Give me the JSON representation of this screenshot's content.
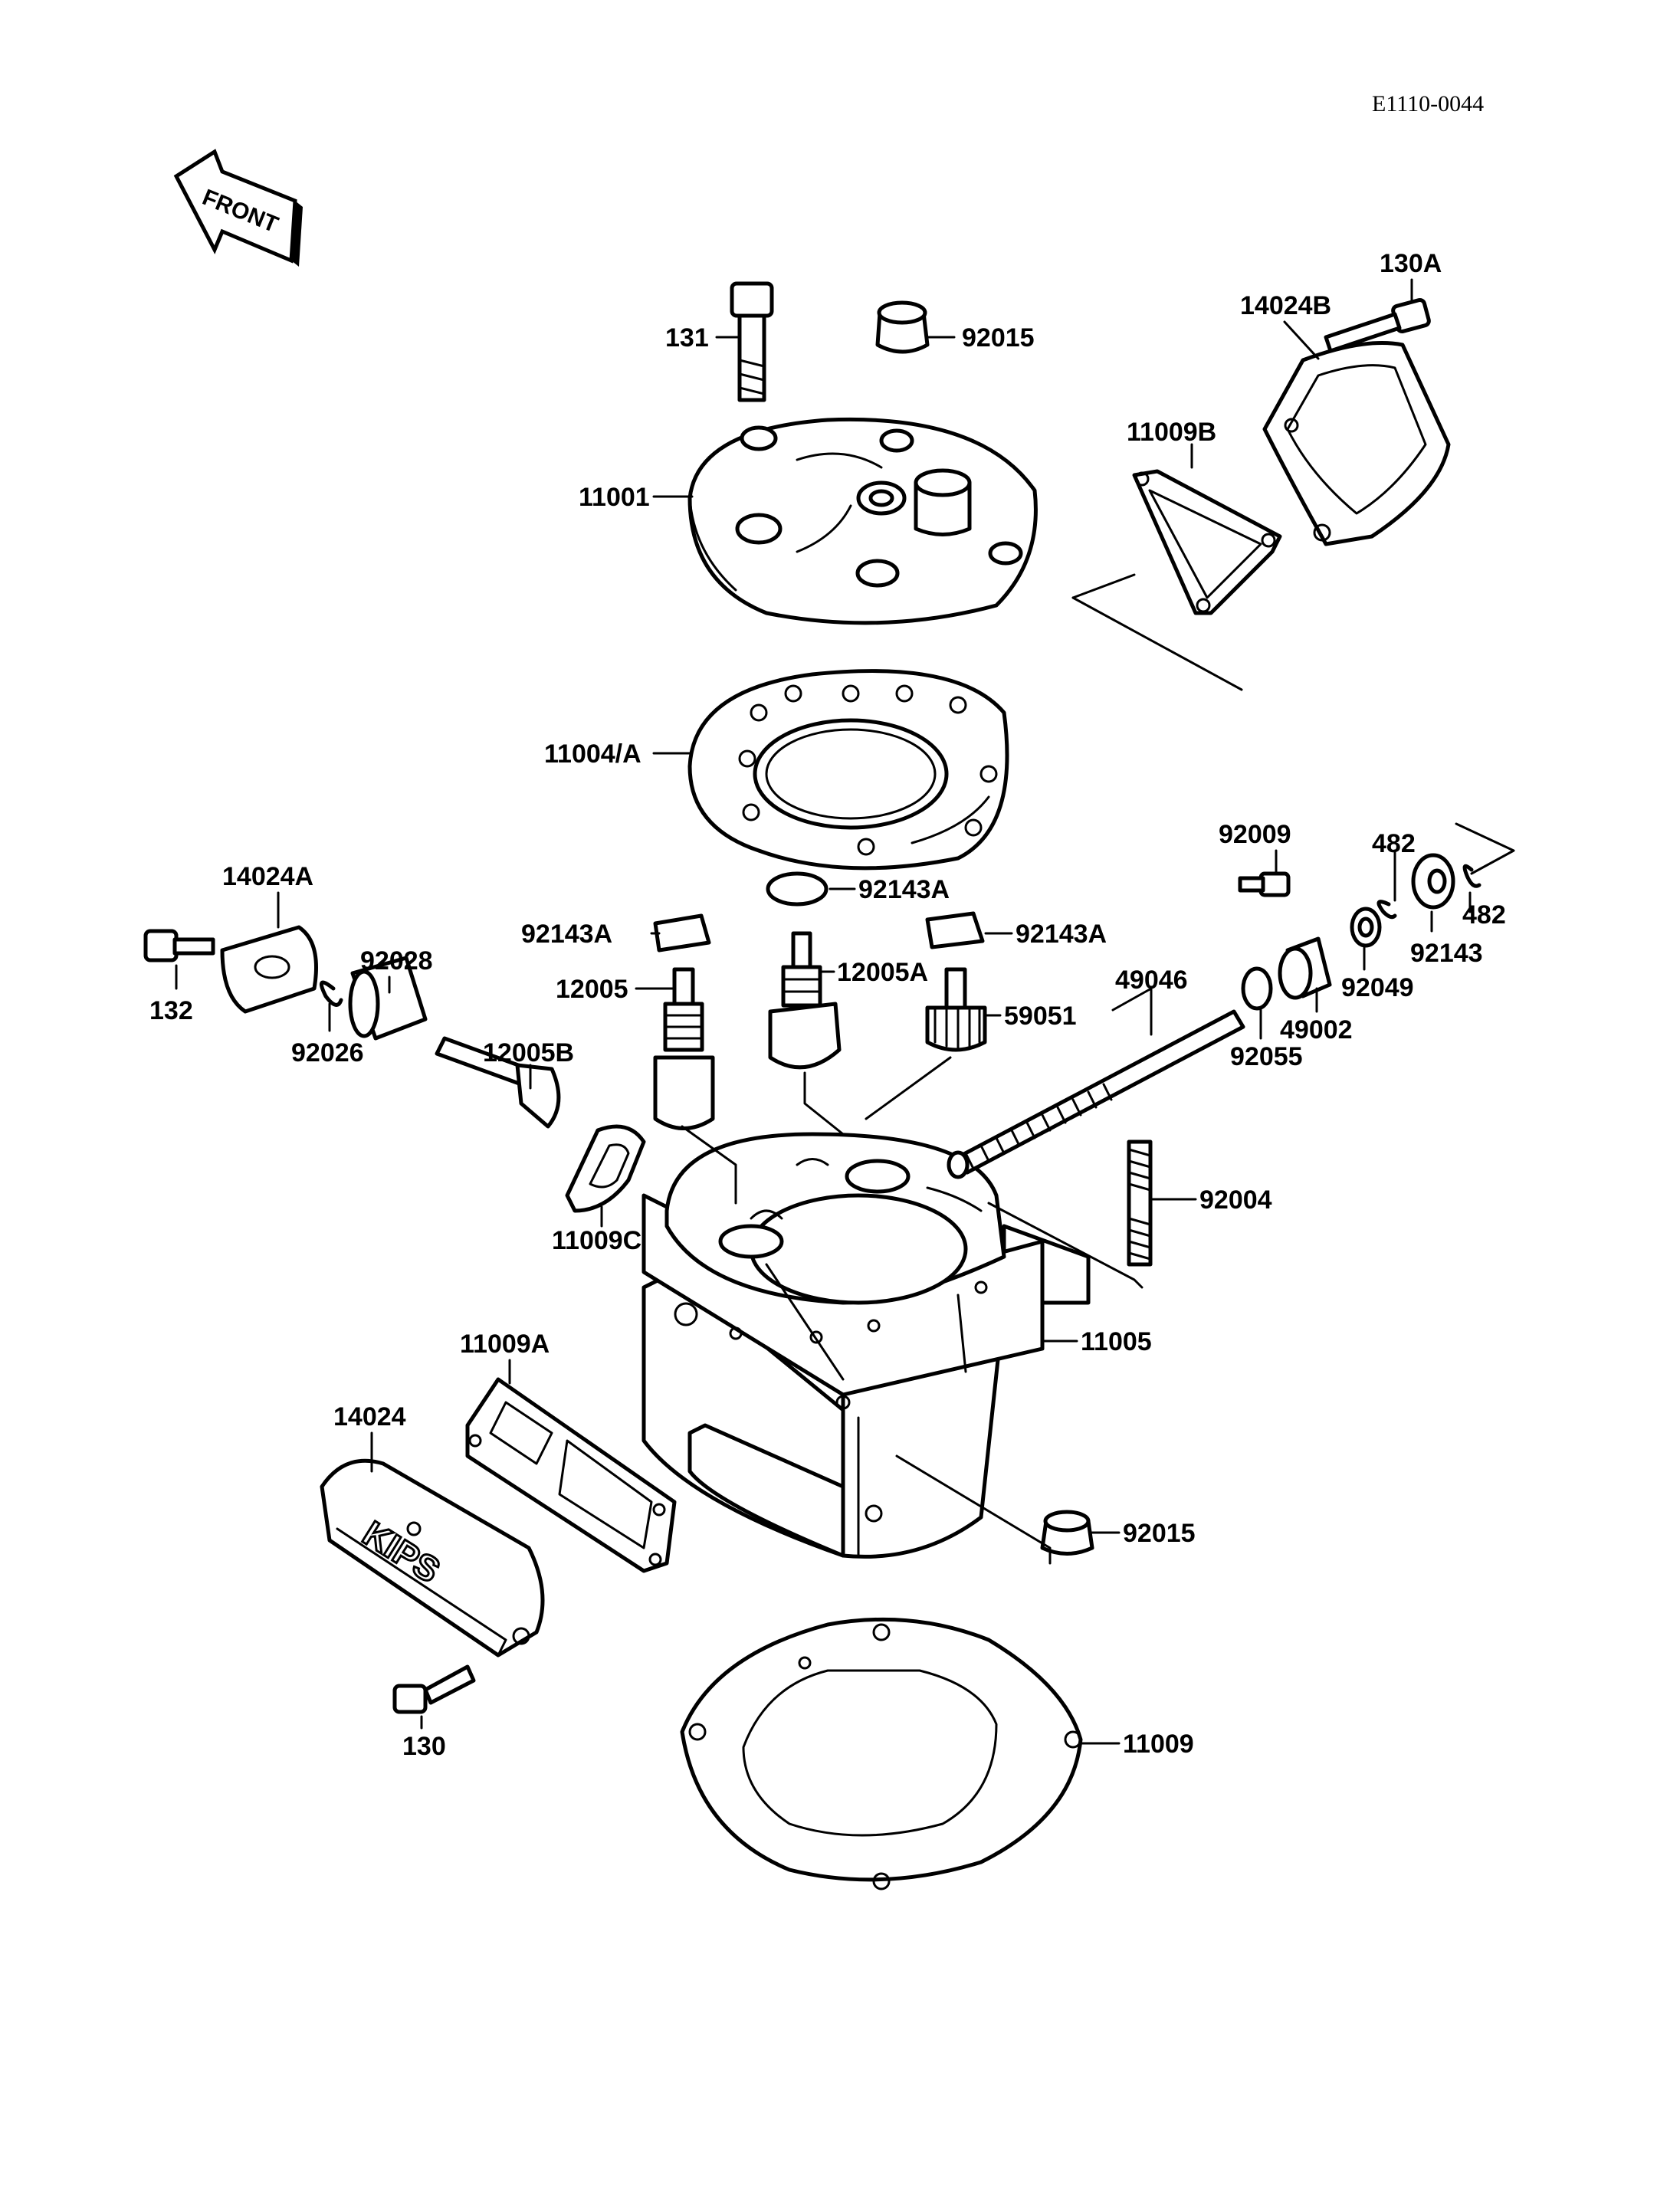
{
  "diagram_code": "E1110-0044",
  "front_arrow_text": "FRONT",
  "kips_cover_text": "KIPS",
  "parts": {
    "p131": "131",
    "p92015_top": "92015",
    "p130A": "130A",
    "p14024B": "14024B",
    "p11009B": "11009B",
    "p11001": "11001",
    "p11004A": "11004/A",
    "p92009": "92009",
    "p482_top": "482",
    "p482_right": "482",
    "p92143": "92143",
    "p92049": "92049",
    "p49002": "49002",
    "p92055": "92055",
    "p49046": "49046",
    "p14024A": "14024A",
    "p132": "132",
    "p92028": "92028",
    "p92026": "92026",
    "p92143A_left": "92143A",
    "p92143A_center": "92143A",
    "p92143A_right": "92143A",
    "p12005": "12005",
    "p12005A": "12005A",
    "p59051": "59051",
    "p12005B": "12005B",
    "p11009C": "11009C",
    "p92004": "92004",
    "p11005": "11005",
    "p11009A": "11009A",
    "p14024": "14024",
    "p92015_bottom": "92015",
    "p130": "130",
    "p11009": "11009"
  }
}
